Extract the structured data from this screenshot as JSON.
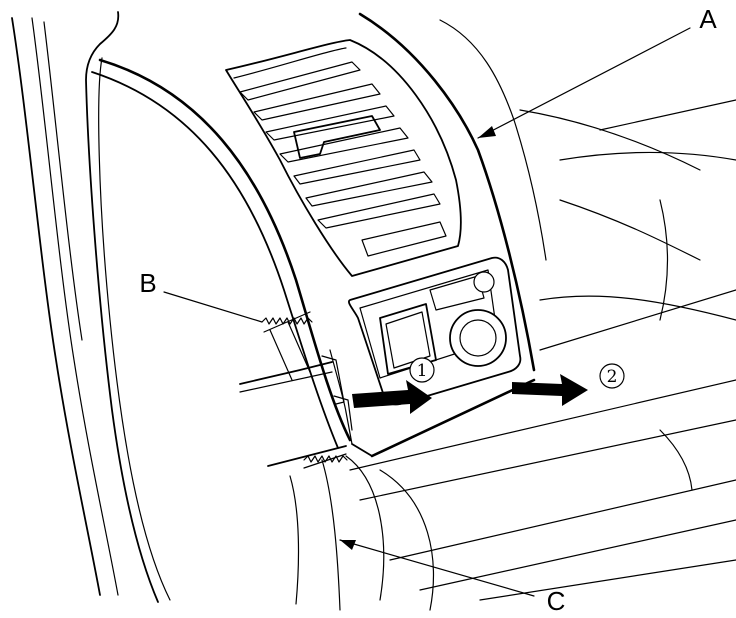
{
  "callouts": {
    "a": "A",
    "b": "B",
    "c": "C"
  },
  "steps": {
    "one": "1",
    "two": "2"
  },
  "colors": {
    "ink": "#000000",
    "paper": "#ffffff"
  }
}
